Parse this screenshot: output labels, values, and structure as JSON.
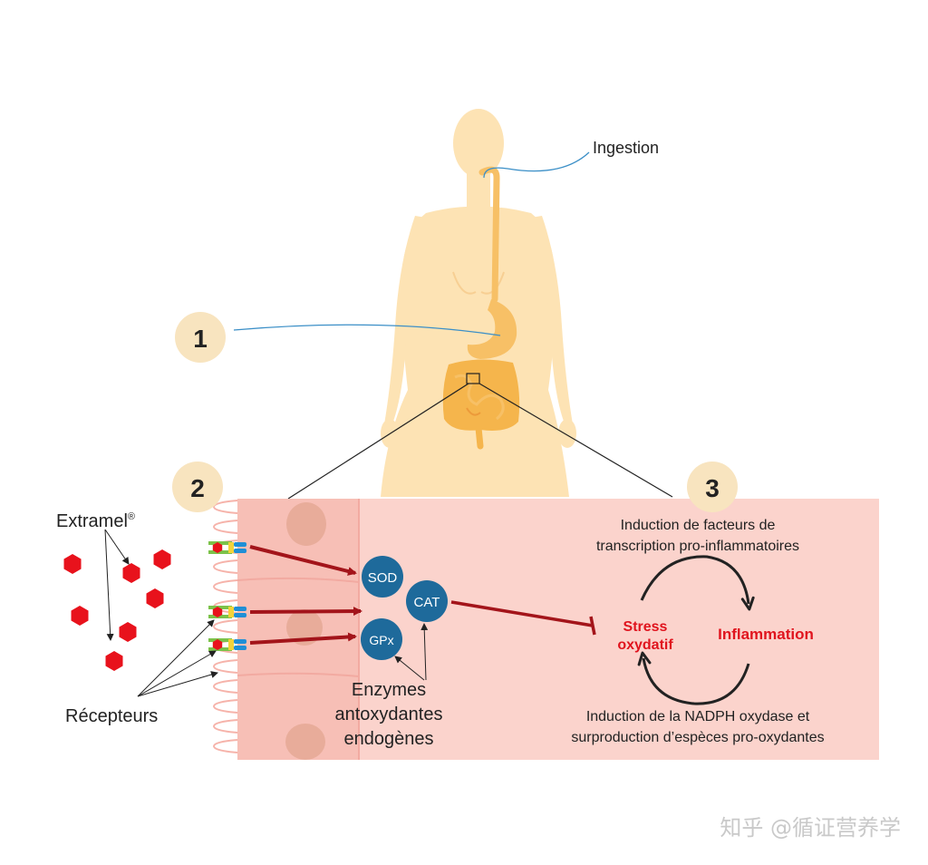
{
  "labels": {
    "ingestion": "Ingestion",
    "extramel": "Extramel",
    "registered_mark": "®",
    "recepteurs": "Récepteurs",
    "enzymes_line1": "Enzymes",
    "enzymes_line2": "antoxydantes",
    "enzymes_line3": "endogènes",
    "top_cycle_line1": "Induction de facteurs de",
    "top_cycle_line2": "transcription pro-inflammatoires",
    "bottom_cycle_line1": "Induction de la NADPH oxydase et",
    "bottom_cycle_line2": "surproduction d’espèces pro-oxydantes",
    "stress_line1": "Stress",
    "stress_line2": "oxydatif",
    "inflammation": "Inflammation"
  },
  "steps": {
    "one": "1",
    "two": "2",
    "three": "3"
  },
  "enzymes": {
    "sod": "SOD",
    "cat": "CAT",
    "gpx": "GPx"
  },
  "watermark": "知乎 @循证营养学",
  "colors": {
    "body_silhouette": "#fde3b4",
    "digestive_tract": "#f7c066",
    "tissue": "#fbd3cc",
    "villi": "#f6b3aa",
    "molecule_red": "#e8121c",
    "enzyme_blue": "#1e6a9b",
    "arrow_dark_red": "#a3141a",
    "step_badge": "#f8e4bf",
    "emphasis_red": "#e0141e"
  }
}
